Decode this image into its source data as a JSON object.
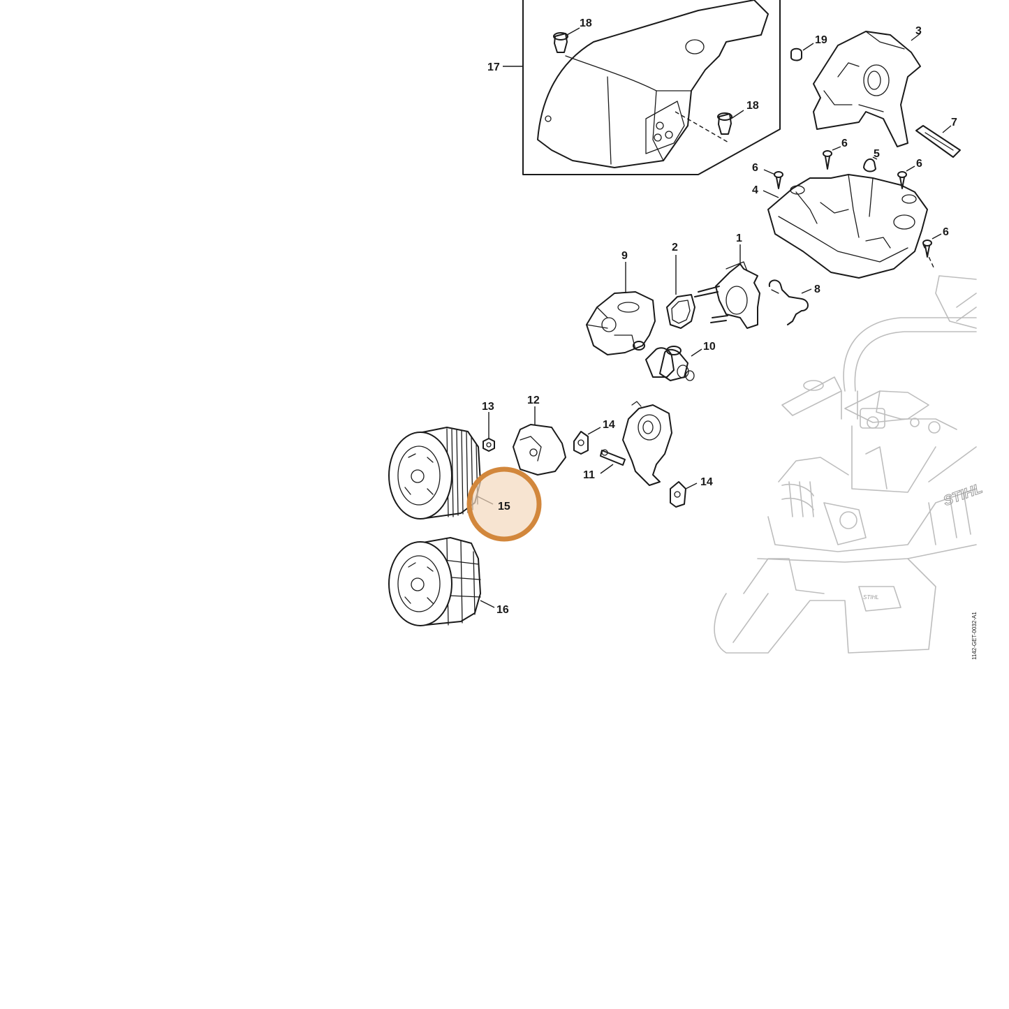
{
  "callouts": {
    "p1": "1",
    "p2": "2",
    "p3": "3",
    "p4": "4",
    "p5": "5",
    "p6a": "6",
    "p6b": "6",
    "p6c": "6",
    "p6d": "6",
    "p7": "7",
    "p8": "8",
    "p9": "9",
    "p10": "10",
    "p11": "11",
    "p12": "12",
    "p13": "13",
    "p14a": "14",
    "p14b": "14",
    "p15": "15",
    "p16": "16",
    "p17": "17",
    "p18a": "18",
    "p18b": "18",
    "p19": "19"
  },
  "highlighted_callout": "15",
  "highlight_color": "#d2873c",
  "highlight_fill": "#f3d8bd",
  "document_id": "1142-GET-0032-A1",
  "background_logo": "STIHL",
  "background_logo_small": "STIHL"
}
